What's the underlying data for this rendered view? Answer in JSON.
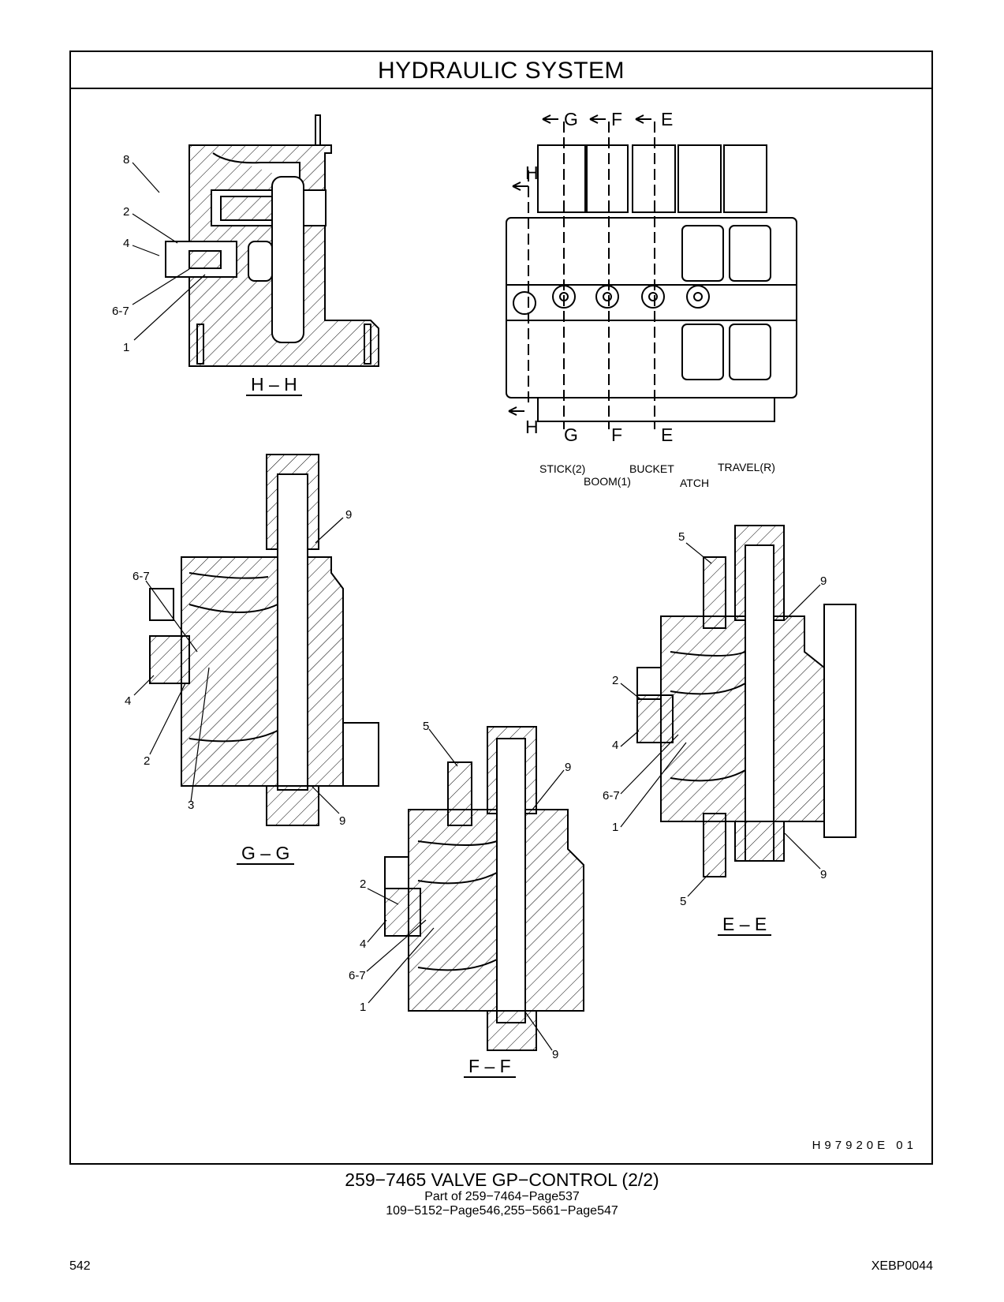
{
  "title": "HYDRAULIC   SYSTEM",
  "sections": {
    "hh": "H – H",
    "gg": "G – G",
    "ff": "F – F",
    "ee": "E – E"
  },
  "cut_lines": {
    "top_g": "G",
    "top_f": "F",
    "top_e": "E",
    "top_h": "H",
    "bot_g": "G",
    "bot_f": "F",
    "bot_e": "E",
    "bot_h": "H"
  },
  "valve_labels": {
    "stick": "STICK(2)",
    "boom": "BOOM(1)",
    "bucket": "BUCKET",
    "atch": "ATCH",
    "travel": "TRAVEL(R)"
  },
  "callouts": {
    "hh": [
      "8",
      "2",
      "4",
      "6-7",
      "1"
    ],
    "gg": [
      "9",
      "6-7",
      "4",
      "2",
      "3",
      "9"
    ],
    "ff": [
      "5",
      "9",
      "2",
      "4",
      "6-7",
      "1",
      "9"
    ],
    "ee": [
      "5",
      "9",
      "2",
      "4",
      "6-7",
      "1",
      "9",
      "5"
    ]
  },
  "drawing_id": "H97920E   01",
  "caption": {
    "title": "259−7465   VALVE   GP−CONTROL (2/2)",
    "line1": "Part of 259−7464−Page537",
    "line2": "109−5152−Page546,255−5661−Page547"
  },
  "page_number": "542",
  "doc_code": "XEBP0044"
}
